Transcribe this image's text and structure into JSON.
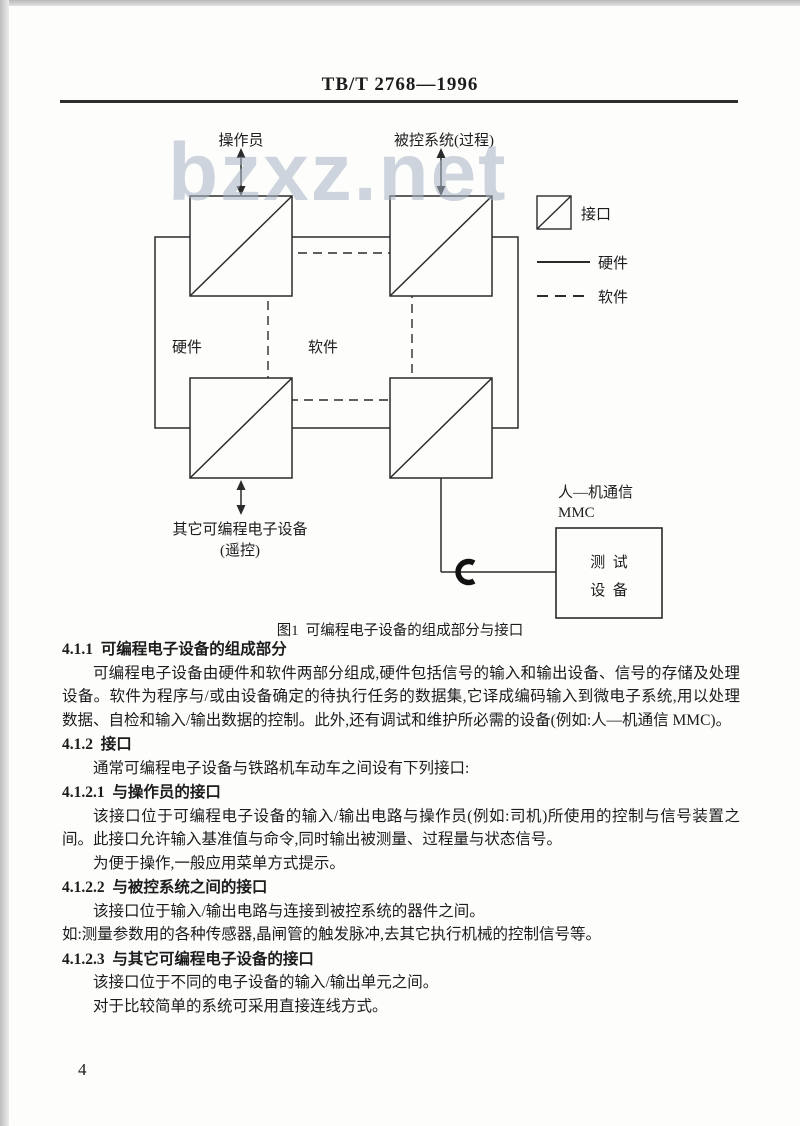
{
  "header": {
    "standard_number": "TB/T 2768—1996"
  },
  "watermark": "bzxz.net",
  "figure": {
    "caption": "图1  可编程电子设备的组成部分与接口",
    "operator_label": "操作员",
    "controlled_system_label": "被控系统(过程)",
    "hardware_label": "硬件",
    "software_label": "软件",
    "other_device_label_1": "其它可编程电子设备",
    "other_device_label_2": "(遥控)",
    "mmc_label_1": "人—机通信",
    "mmc_label_2": "MMC",
    "test_box_line1": "测  试",
    "test_box_line2": "设  备",
    "legend": {
      "interface": "接口",
      "hardware": "硬件",
      "software": "软件"
    }
  },
  "body": {
    "sections": [
      {
        "type": "heading",
        "text": "4.1.1  可编程电子设备的组成部分"
      },
      {
        "type": "para",
        "text": "可编程电子设备由硬件和软件两部分组成,硬件包括信号的输入和输出设备、信号的存储及处理设备。软件为程序与/或由设备确定的待执行任务的数据集,它译成编码输入到微电子系统,用以处理数据、自检和输入/输出数据的控制。此外,还有调试和维护所必需的设备(例如:人—机通信 MMC)。"
      },
      {
        "type": "heading",
        "text": "4.1.2  接口"
      },
      {
        "type": "para",
        "text": "通常可编程电子设备与铁路机车动车之间设有下列接口:"
      },
      {
        "type": "heading",
        "text": "4.1.2.1  与操作员的接口"
      },
      {
        "type": "para",
        "text": "该接口位于可编程电子设备的输入/输出电路与操作员(例如:司机)所使用的控制与信号装置之间。此接口允许输入基准值与命令,同时输出被测量、过程量与状态信号。"
      },
      {
        "type": "para",
        "text": "为便于操作,一般应用菜单方式提示。"
      },
      {
        "type": "heading",
        "text": "4.1.2.2  与被控系统之间的接口"
      },
      {
        "type": "para",
        "text": "该接口位于输入/输出电路与连接到被控系统的器件之间。"
      },
      {
        "type": "para",
        "text": "如:测量参数用的各种传感器,晶闸管的触发脉冲,去其它执行机械的控制信号等。"
      },
      {
        "type": "heading",
        "text": "4.1.2.3  与其它可编程电子设备的接口"
      },
      {
        "type": "para",
        "text": "该接口位于不同的电子设备的输入/输出单元之间。"
      },
      {
        "type": "para",
        "text": "对于比较简单的系统可采用直接连线方式。"
      }
    ]
  },
  "page_number": "4",
  "colors": {
    "ink": "#1c1c1c",
    "diagram_stroke": "#2b2b2b",
    "watermark": "#a9b4c4"
  }
}
